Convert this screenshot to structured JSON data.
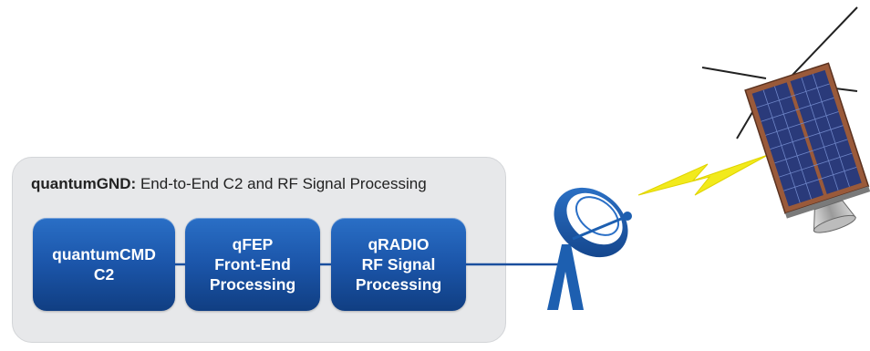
{
  "system": {
    "name": "quantumGND:",
    "description": " End-to-End C2 and RF Signal Processing"
  },
  "blocks": [
    {
      "line1": "quantumCMD",
      "line2": "C2",
      "line3": ""
    },
    {
      "line1": "qFEP",
      "line2": "Front-End",
      "line3": "Processing"
    },
    {
      "line1": "qRADIO",
      "line2": "RF Signal",
      "line3": "Processing"
    }
  ],
  "colors": {
    "panel_bg": "#e7e8ea",
    "block_blue": "#1b55a9",
    "connector": "#1a4f9e",
    "dish_blue": "#1d5fb0",
    "signal_yellow": "#f2ea1c",
    "solar_cell": "#2a3a7a",
    "satellite_frame": "#9a5a3a"
  },
  "icons": [
    "ground-antenna-dish-icon",
    "rf-signal-bolt-icon",
    "satellite-icon"
  ]
}
